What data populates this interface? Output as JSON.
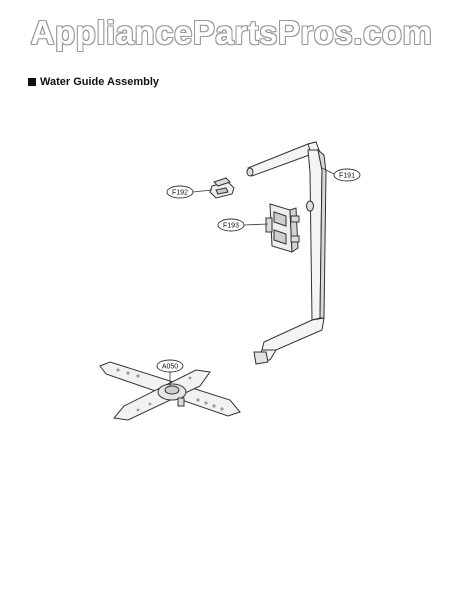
{
  "watermark": {
    "text": "AppliancePartsPros.com"
  },
  "header": {
    "title": "Water Guide Assembly"
  },
  "diagram": {
    "parts": [
      {
        "id": "F191",
        "label": "F191",
        "description": "water guide tube"
      },
      {
        "id": "F192",
        "label": "F192",
        "description": "small connector"
      },
      {
        "id": "F193",
        "label": "F193",
        "description": "holder bracket"
      },
      {
        "id": "A050",
        "label": "A050",
        "description": "lower spray arm"
      }
    ]
  },
  "colors": {
    "line": "#333333",
    "watermark_outline": "#9a9a9a",
    "background": "#ffffff"
  }
}
